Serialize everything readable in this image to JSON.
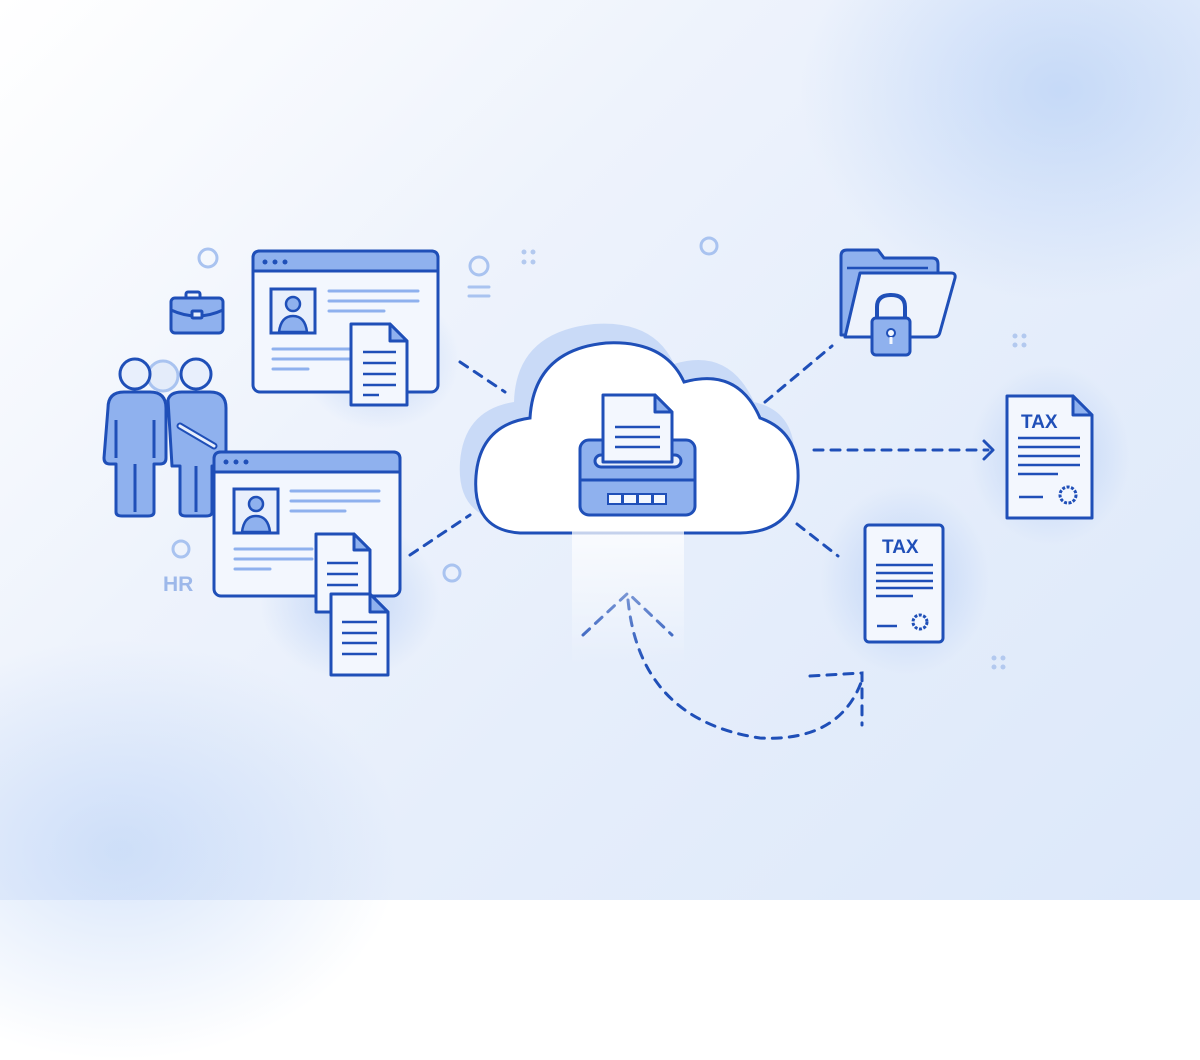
{
  "colors": {
    "stroke": "#1f4fb8",
    "fill_mid": "#8fb1ee",
    "fill_light": "#c9daf7",
    "paper": "#f3f7fe",
    "faint": "#a9c3f0",
    "hr_text": "#9db8ea"
  },
  "labels": {
    "hr": "HR",
    "tax_doc_1": "TAX",
    "tax_doc_2": "TAX"
  },
  "nodes": [
    {
      "id": "hr-team",
      "icon": "people-handshake-icon"
    },
    {
      "id": "briefcase",
      "icon": "briefcase-icon"
    },
    {
      "id": "employee-profile-window-1",
      "icon": "profile-window-icon"
    },
    {
      "id": "employee-profile-window-2",
      "icon": "profile-window-icon"
    },
    {
      "id": "cloud-printer",
      "icon": "cloud-printer-icon"
    },
    {
      "id": "locked-folder",
      "icon": "folder-lock-icon"
    },
    {
      "id": "tax-document-1",
      "icon": "tax-document-icon"
    },
    {
      "id": "tax-document-2",
      "icon": "tax-document-icon"
    }
  ],
  "connectors": [
    {
      "from": "employee-profile-window-1",
      "to": "cloud-printer",
      "style": "dashed"
    },
    {
      "from": "employee-profile-window-2",
      "to": "cloud-printer",
      "style": "dashed"
    },
    {
      "from": "cloud-printer",
      "to": "locked-folder",
      "style": "dashed"
    },
    {
      "from": "cloud-printer",
      "to": "tax-document-1",
      "style": "dashed-arrow"
    },
    {
      "from": "cloud-printer",
      "to": "tax-document-2",
      "style": "dashed"
    },
    {
      "from": "tax-document-2",
      "to": "cloud-printer",
      "style": "curved-dashed-arrow"
    }
  ]
}
